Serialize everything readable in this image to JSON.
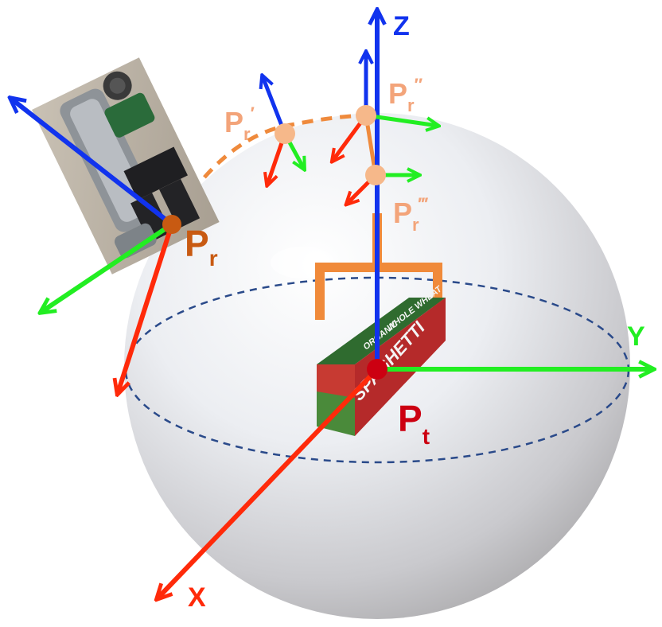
{
  "axes": {
    "z": "Z",
    "y": "Y",
    "x": "X"
  },
  "points": {
    "target": {
      "letter": "P",
      "sub": "t"
    },
    "robot": {
      "letter": "P",
      "sub": "r"
    },
    "robot_prime": {
      "letter": "P",
      "sub": "r",
      "prime": "′"
    },
    "robot_double_prime": {
      "letter": "P",
      "sub": "r",
      "prime": "″"
    },
    "robot_triple_prime": {
      "letter": "P",
      "sub": "r",
      "prime": "‴"
    }
  },
  "object_box": {
    "brand": "SPAGHETTI",
    "line1": "ORGANIC",
    "line2": "WHOLE WHEAT"
  },
  "colors": {
    "x_axis": "#ff2a0a",
    "y_axis": "#22ee22",
    "z_axis": "#1133ee",
    "target_point": "#cc0011",
    "robot_point": "#c85a12",
    "candidate_point": "#f6b88a",
    "candidate_label": "#f3a47a",
    "gripper": "#f08a3a",
    "equator": "#2a4a8a"
  },
  "icons": {
    "gripper": "parallel-gripper-icon",
    "robot_arm": "robot-arm-photo"
  }
}
